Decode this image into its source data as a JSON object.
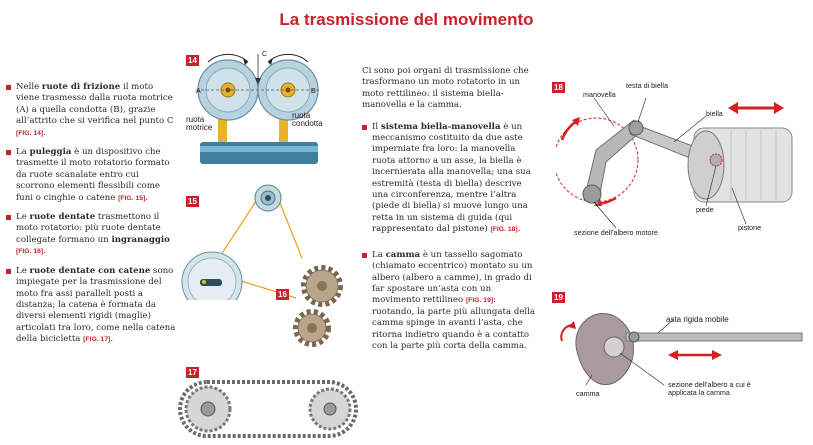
{
  "title": "La trasmissione del movimento",
  "col1": [
    {
      "a": "Nelle ",
      "b": "ruote di frizione",
      "c": " il moto viene trasmesso dalla ruota motrice (A) a quella condotta (B), grazie all’attrito che si verifica nel punto C ",
      "ref": "[FIG. 14]",
      "d": "."
    },
    {
      "a": "La ",
      "b": "puleggia",
      "c": " è un dispositivo che trasmette il moto rotatorio formato da ruote scanalate entro cui scorrono elementi flessibili come funi o cinghie o catene ",
      "ref": "[FIG. 15]",
      "d": "."
    },
    {
      "a": "Le ",
      "b": "ruote dentate",
      "c": " trasmettono il moto rotatorio: più ruote dentate collegate formano un ",
      "b2": "ingranaggio",
      "ref": "[FIG. 16]",
      "d": "."
    },
    {
      "a": "Le ",
      "b": "ruote dentate con catene",
      "c": " sono impiegate per la trasmissione del moto fra assi paralleli posti a distanza; la catena è formata da diversi elementi rigidi (maglie) articolati tra loro, come nella catena della bicicletta ",
      "ref": "[FIG. 17]",
      "d": "."
    }
  ],
  "col3": {
    "intro": "Ci sono poi organi di trasmissione che trasformano un moto rotatorio in un moto rettilineo: il sistema biella-manovella e la camma.",
    "p1": {
      "a": "Il ",
      "b": "sistema biella-manovella",
      "c": " è un meccanismo costituito da due aste imperniate fra loro: la manovella ruota attorno a un asse, la biella è incernierata alla manovella; una sua estremità (testa di biella) descrive una circonferenza, mentre l’altra (piede di biella) si muove lungo una retta in un sistema di guida (qui rappresentato dal pistone) ",
      "ref": "[FIG. 18]",
      "d": "."
    },
    "p2": {
      "a": "La ",
      "b": "camma",
      "c": " è un tassello sagomato (chiamato eccentrico) montato su un albero (albero a camme), in grado di far spostare un’asta con un movimento rettilineo ",
      "ref": "[FIG. 19]",
      "d": ": ruotando, la parte più allungata della camma spinge in avanti l’asta, che ritorna indietro quando è a contatto con la parte più corta della camma."
    }
  },
  "figs": {
    "f14": {
      "num": "14",
      "a": "A",
      "b": "B",
      "c": "C",
      "motrice": "ruota motrice",
      "condotta": "ruota condotta"
    },
    "f15": {
      "num": "15"
    },
    "f16": {
      "num": "16"
    },
    "f17": {
      "num": "17"
    },
    "f18": {
      "num": "18",
      "manovella": "manovella",
      "testa": "testa di biella",
      "biella": "biella",
      "piede": "piede",
      "pistone": "pistone",
      "sezione": "sezione dell’albero motore"
    },
    "f19": {
      "num": "19",
      "asta": "asta rigida mobile",
      "sezione": "sezione dell’albero a cui è applicata la camma",
      "camma": "camma"
    }
  }
}
